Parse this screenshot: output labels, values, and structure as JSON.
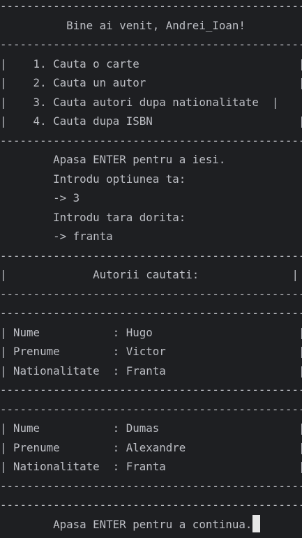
{
  "terminal": {
    "lines": [
      "----------------------------------------------",
      "          Bine ai venit, Andrei_Ioan!",
      "----------------------------------------------",
      "|    1. Cauta o carte                        |",
      "|    2. Cauta un autor                       |",
      "|    3. Cauta autori dupa nationalitate  |",
      "|    4. Cauta dupa ISBN                      |",
      "----------------------------------------------",
      "        Apasa ENTER pentru a iesi.",
      "        Introdu optiunea ta:",
      "        -> 3",
      "        Introdu tara dorita:",
      "        -> franta",
      "----------------------------------------------",
      "|             Autorii cautati:              |",
      "----------------------------------------------",
      "----------------------------------------------",
      "| Nume           : Hugo                      |",
      "| Prenume        : Victor                    |",
      "| Nationalitate  : Franta                    |",
      "----------------------------------------------",
      "----------------------------------------------",
      "| Nume           : Dumas                     |",
      "| Prenume        : Alexandre                 |",
      "| Nationalitate  : Franta                    |",
      "----------------------------------------------",
      "----------------------------------------------",
      "        Apasa ENTER pentru a continua."
    ]
  }
}
